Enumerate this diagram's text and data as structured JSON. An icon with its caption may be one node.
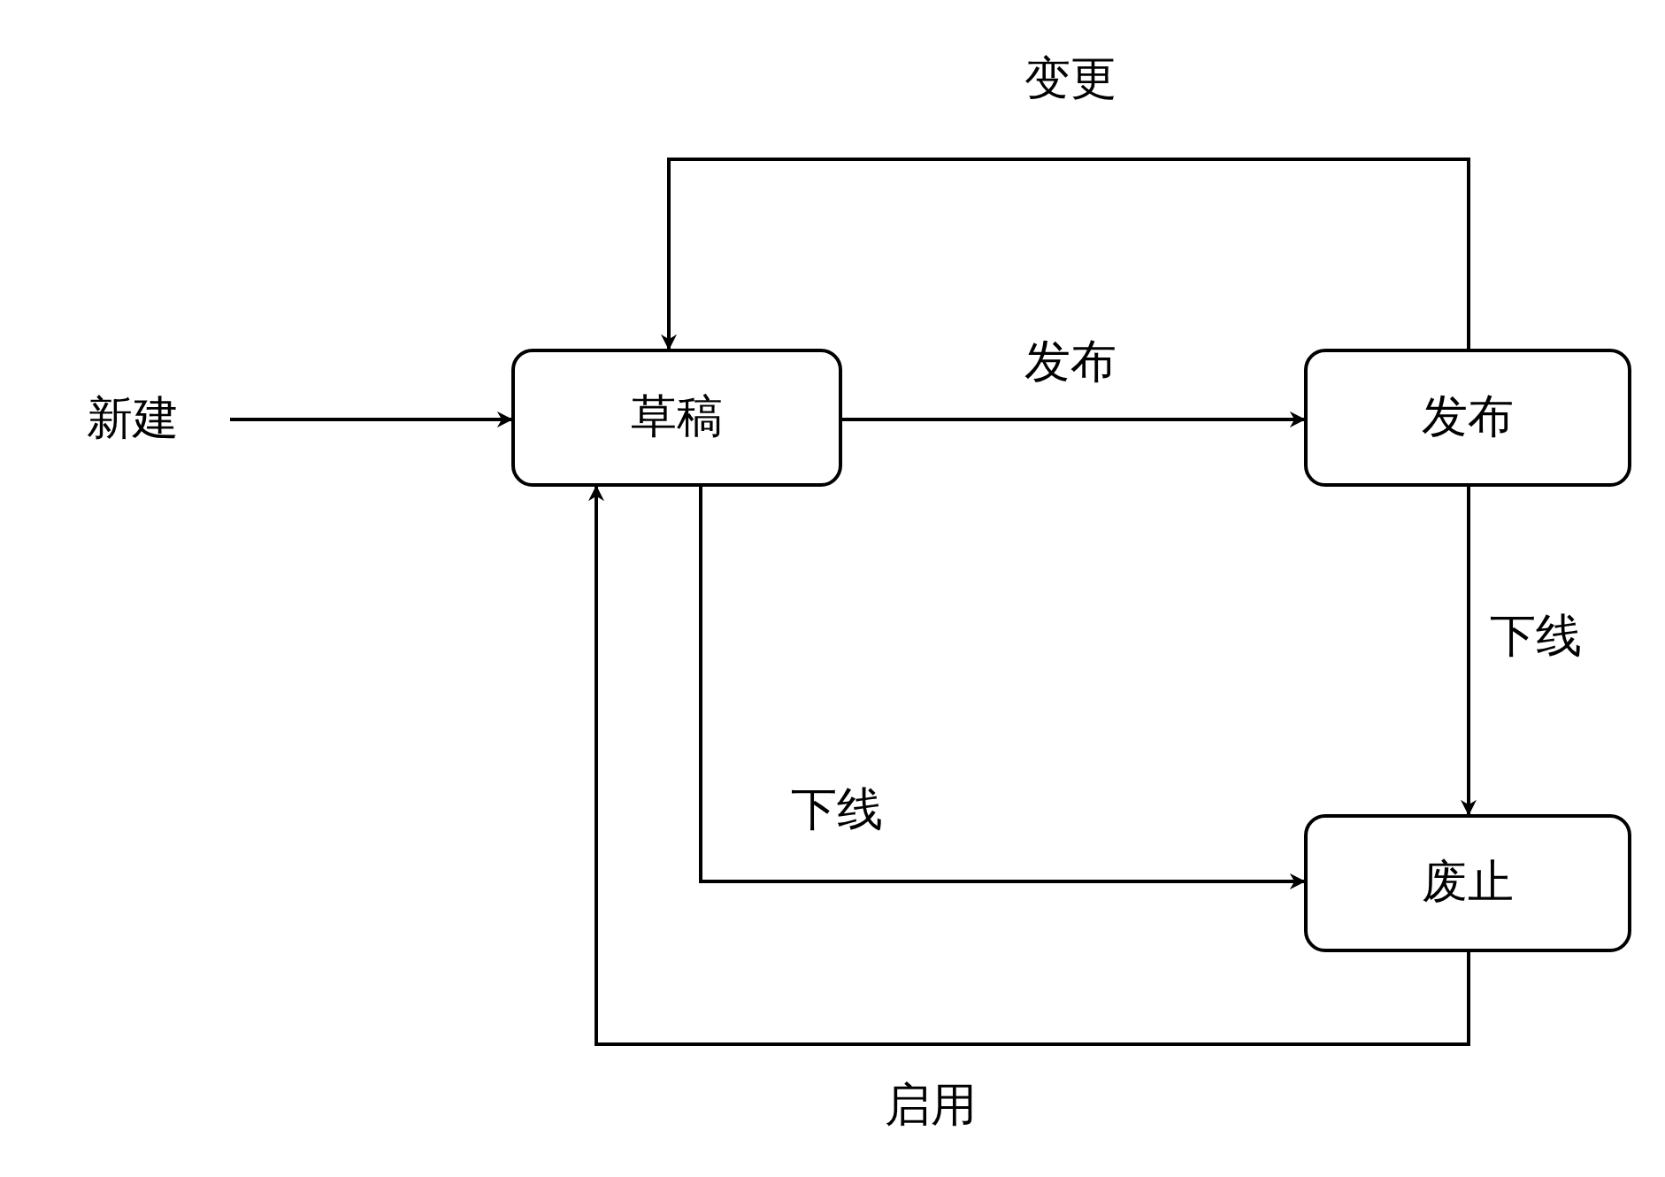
{
  "diagram": {
    "nodes": [
      {
        "text": [
          "新建"
        ]
      },
      {
        "text": [
          "草稿"
        ]
      },
      {
        "text": [
          "发布"
        ]
      },
      {
        "text": [
          "废止"
        ]
      }
    ],
    "edges": [
      {
        "from": 0,
        "to": 1,
        "arrow": "to"
      },
      {
        "from": 1,
        "to": 2,
        "arrow": "to",
        "label": "发布"
      },
      {
        "from": 2,
        "to": 1,
        "arrow": "to",
        "label": "变更"
      },
      {
        "from": 2,
        "to": 3,
        "arrow": "to",
        "label": "下线"
      },
      {
        "from": 1,
        "to": 3,
        "arrow": "to",
        "label": "下线"
      },
      {
        "from": 3,
        "to": 1,
        "arrow": "to",
        "label": "启用"
      }
    ]
  }
}
